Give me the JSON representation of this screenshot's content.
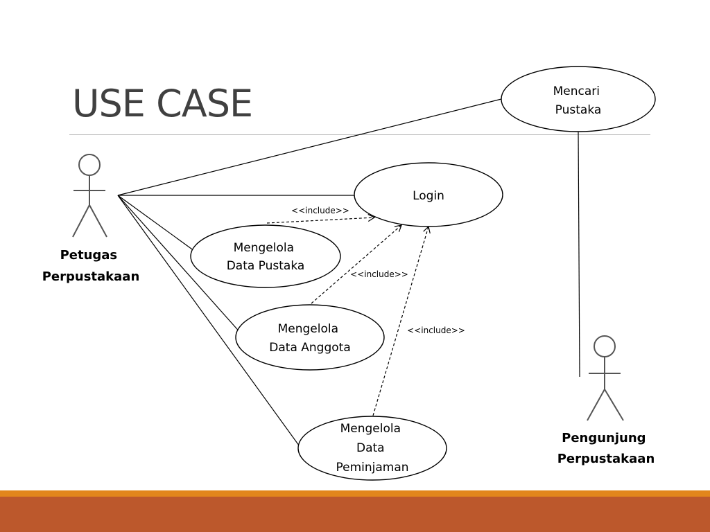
{
  "title": "USE CASE",
  "colors": {
    "title_text": "#404040",
    "rule": "#b8b8b8",
    "footer_accent": "#e2861c",
    "footer_band": "#bc582c"
  },
  "actors": {
    "petugas": [
      "Petugas",
      "Perpustakaan"
    ],
    "pengunjung": [
      "Pengunjung",
      "Perpustakaan"
    ]
  },
  "use_cases": {
    "mencari_pustaka": [
      "Mencari",
      "Pustaka"
    ],
    "login": [
      "Login"
    ],
    "mengelola_data_pustaka": [
      "Mengelola",
      "Data Pustaka"
    ],
    "mengelola_data_anggota": [
      "Mengelola",
      "Data Anggota"
    ],
    "mengelola_data_peminjaman": [
      "Mengelola",
      "Data",
      "Peminjaman"
    ]
  },
  "includes": [
    "<<include>>",
    "<<include>>",
    "<<include>>"
  ]
}
